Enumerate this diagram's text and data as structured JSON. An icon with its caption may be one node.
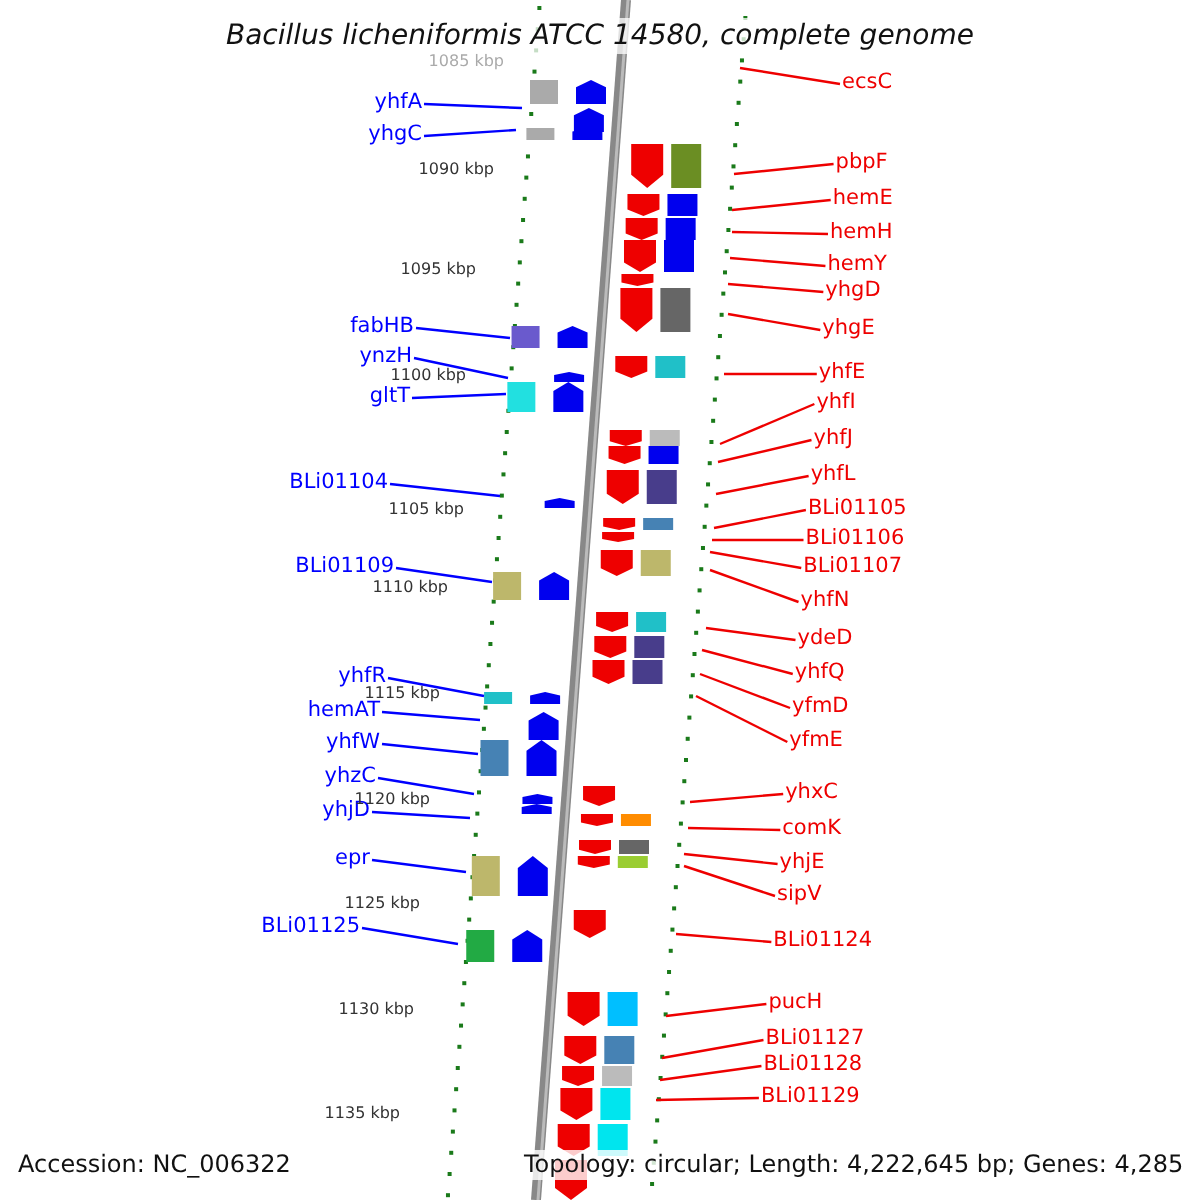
{
  "diagram": {
    "title": "Bacillus licheniformis ATCC 14580, complete genome",
    "nodes": [
      {
        "text": [
          "yhfA"
        ]
      },
      {
        "text": [
          "yhgC"
        ]
      },
      {
        "text": [
          "fabHB"
        ]
      },
      {
        "text": [
          "ynzH"
        ]
      },
      {
        "text": [
          "gltT"
        ]
      },
      {
        "text": [
          "BLi01104"
        ]
      },
      {
        "text": [
          "BLi01109"
        ]
      },
      {
        "text": [
          "yhfR"
        ]
      },
      {
        "text": [
          "hemAT"
        ]
      },
      {
        "text": [
          "yhfW"
        ]
      },
      {
        "text": [
          "yhzC"
        ]
      },
      {
        "text": [
          "yhjD"
        ]
      },
      {
        "text": [
          "epr"
        ]
      },
      {
        "text": [
          "BLi01125"
        ]
      },
      {
        "text": [
          "ecsC"
        ]
      },
      {
        "text": [
          "pbpF"
        ]
      },
      {
        "text": [
          "hemE"
        ]
      },
      {
        "text": [
          "hemH"
        ]
      },
      {
        "text": [
          "hemY"
        ]
      },
      {
        "text": [
          "yhgD"
        ]
      },
      {
        "text": [
          "yhgE"
        ]
      },
      {
        "text": [
          "yhfE"
        ]
      },
      {
        "text": [
          "yhfI"
        ]
      },
      {
        "text": [
          "yhfJ"
        ]
      },
      {
        "text": [
          "yhfL"
        ]
      },
      {
        "text": [
          "BLi01105"
        ]
      },
      {
        "text": [
          "BLi01106"
        ]
      },
      {
        "text": [
          "BLi01107"
        ]
      },
      {
        "text": [
          "yhfN"
        ]
      },
      {
        "text": [
          "ydeD"
        ]
      },
      {
        "text": [
          "yhfQ"
        ]
      },
      {
        "text": [
          "yfmD"
        ]
      },
      {
        "text": [
          "yfmE"
        ]
      },
      {
        "text": [
          "yhxC"
        ]
      },
      {
        "text": [
          "comK"
        ]
      },
      {
        "text": [
          "yhjE"
        ]
      },
      {
        "text": [
          "sipV"
        ]
      },
      {
        "text": [
          "BLi01124"
        ]
      },
      {
        "text": [
          "pucH"
        ]
      },
      {
        "text": [
          "BLi01127"
        ]
      },
      {
        "text": [
          "BLi01128"
        ]
      },
      {
        "text": [
          "BLi01129"
        ]
      }
    ],
    "edges": [
      {
        "from": 0,
        "to": null,
        "arrow": "none",
        "color": "#0000ff"
      },
      {
        "from": 1,
        "to": null,
        "arrow": "none",
        "color": "#0000ff"
      },
      {
        "from": 2,
        "to": null,
        "arrow": "none",
        "color": "#0000ff"
      },
      {
        "from": 3,
        "to": null,
        "arrow": "none",
        "color": "#0000ff"
      },
      {
        "from": 4,
        "to": null,
        "arrow": "none",
        "color": "#0000ff"
      },
      {
        "from": 5,
        "to": null,
        "arrow": "none",
        "color": "#0000ff"
      },
      {
        "from": 6,
        "to": null,
        "arrow": "none",
        "color": "#0000ff"
      },
      {
        "from": 7,
        "to": null,
        "arrow": "none",
        "color": "#0000ff"
      },
      {
        "from": 8,
        "to": null,
        "arrow": "none",
        "color": "#0000ff"
      },
      {
        "from": 9,
        "to": null,
        "arrow": "none",
        "color": "#0000ff"
      },
      {
        "from": 10,
        "to": null,
        "arrow": "none",
        "color": "#0000ff"
      },
      {
        "from": 11,
        "to": null,
        "arrow": "none",
        "color": "#0000ff"
      },
      {
        "from": 12,
        "to": null,
        "arrow": "none",
        "color": "#0000ff"
      },
      {
        "from": 13,
        "to": null,
        "arrow": "none",
        "color": "#0000ff"
      },
      {
        "from": 14,
        "to": null,
        "arrow": "none"
      },
      {
        "from": 15,
        "to": null,
        "arrow": "none"
      },
      {
        "from": 16,
        "to": null,
        "arrow": "none"
      },
      {
        "from": 17,
        "to": null,
        "arrow": "none"
      },
      {
        "from": 18,
        "to": null,
        "arrow": "none"
      },
      {
        "from": 19,
        "to": null,
        "arrow": "none"
      },
      {
        "from": 20,
        "to": null,
        "arrow": "none"
      },
      {
        "from": 21,
        "to": null,
        "arrow": "none"
      },
      {
        "from": 22,
        "to": null,
        "arrow": "none"
      },
      {
        "from": 23,
        "to": null,
        "arrow": "none"
      },
      {
        "from": 24,
        "to": null,
        "arrow": "none"
      },
      {
        "from": 25,
        "to": null,
        "arrow": "none"
      },
      {
        "from": 26,
        "to": null,
        "arrow": "none"
      },
      {
        "from": 27,
        "to": null,
        "arrow": "none"
      },
      {
        "from": 28,
        "to": null,
        "arrow": "none"
      },
      {
        "from": 29,
        "to": null,
        "arrow": "none"
      },
      {
        "from": 30,
        "to": null,
        "arrow": "none"
      },
      {
        "from": 31,
        "to": null,
        "arrow": "none"
      },
      {
        "from": 32,
        "to": null,
        "arrow": "none"
      },
      {
        "from": 33,
        "to": null,
        "arrow": "none"
      },
      {
        "from": 34,
        "to": null,
        "arrow": "none"
      },
      {
        "from": 35,
        "to": null,
        "arrow": "none"
      },
      {
        "from": 36,
        "to": null,
        "arrow": "none"
      },
      {
        "from": 37,
        "to": null,
        "arrow": "none"
      },
      {
        "from": 38,
        "to": null,
        "arrow": "none"
      },
      {
        "from": 39,
        "to": null,
        "arrow": "none"
      },
      {
        "from": 40,
        "to": null,
        "arrow": "none"
      },
      {
        "from": 41,
        "to": null,
        "arrow": "none"
      }
    ],
    "labels": [
      "1085 kbp",
      "1090 kbp",
      "1095 kbp",
      "1100 kbp",
      "1105 kbp",
      "1110 kbp",
      "1115 kbp",
      "1120 kbp",
      "1125 kbp",
      "1130 kbp",
      "1135 kbp",
      "Accession: NC_006322",
      "Topology: circular; Length: 4,222,645 bp; Genes: 4,285"
    ]
  }
}
